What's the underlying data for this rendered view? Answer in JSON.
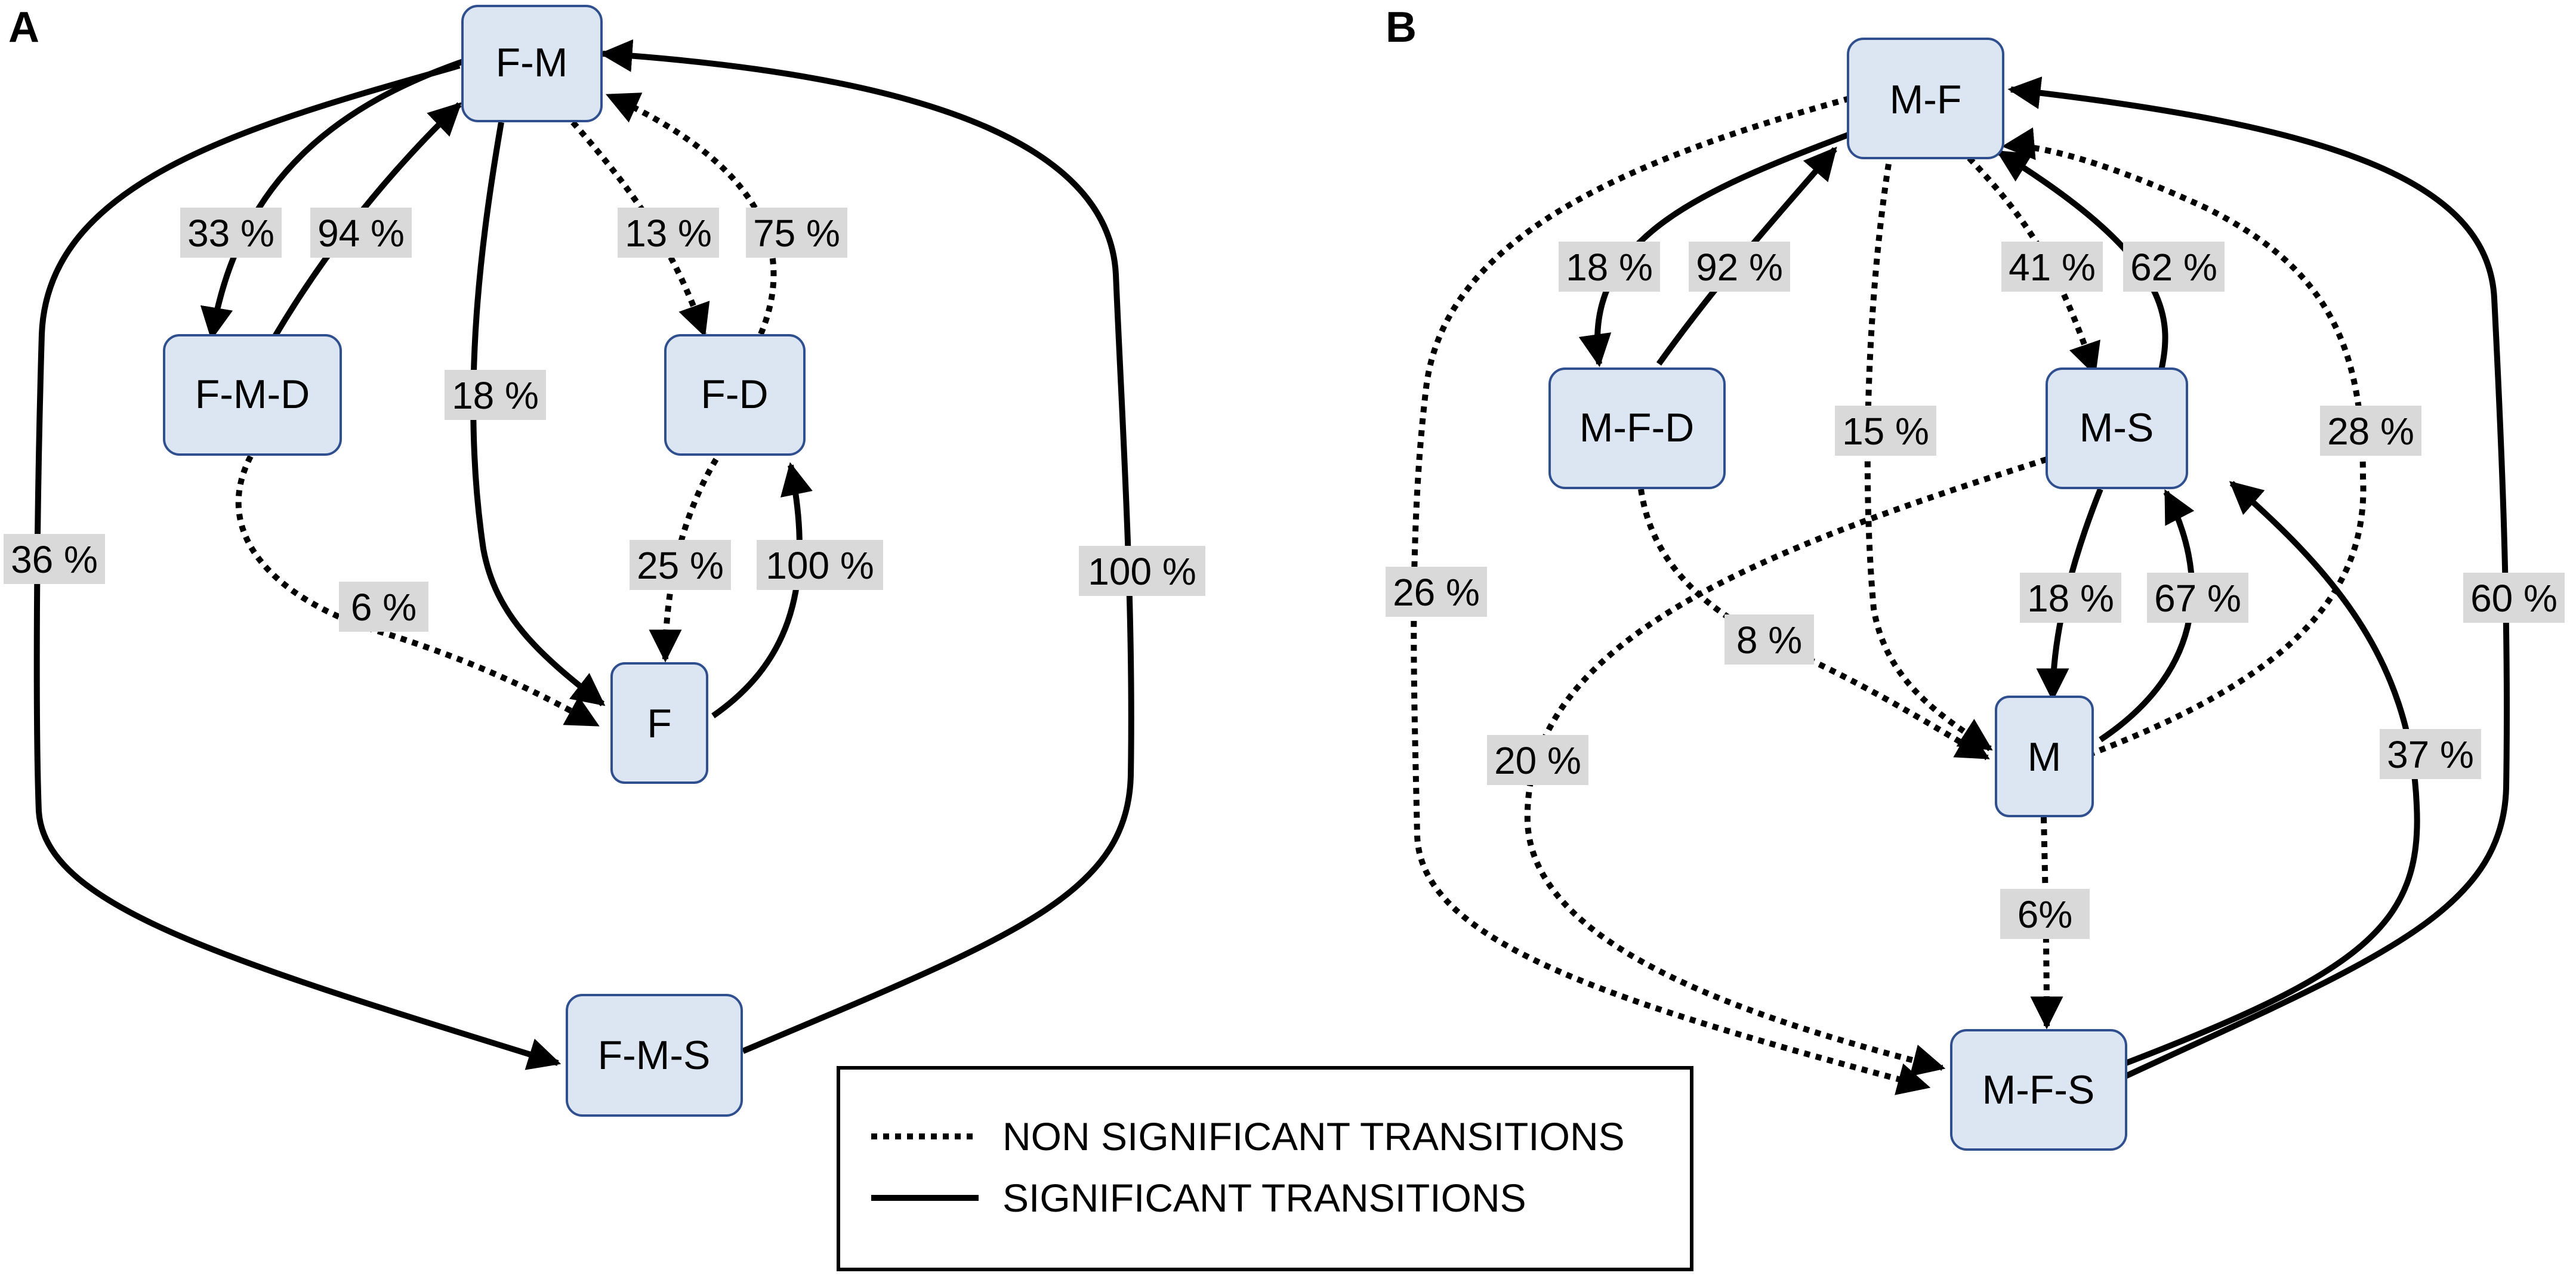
{
  "panels": [
    {
      "id": "A",
      "label": "A"
    },
    {
      "id": "B",
      "label": "B"
    }
  ],
  "nodes": {
    "FM": "F-M",
    "FMD": "F-M-D",
    "FD": "F-D",
    "F": "F",
    "FMS": "F-M-S",
    "MF": "M-F",
    "MFD": "M-F-D",
    "MS": "M-S",
    "M": "M",
    "MFS": "M-F-S"
  },
  "edges": [
    {
      "id": "FM-FMD",
      "from": "FM",
      "to": "FMD",
      "label": "33 %",
      "style": "solid"
    },
    {
      "id": "FMD-FM",
      "from": "FMD",
      "to": "FM",
      "label": "94 %",
      "style": "solid"
    },
    {
      "id": "FM-F",
      "from": "FM",
      "to": "F",
      "label": "18 %",
      "style": "solid"
    },
    {
      "id": "FM-FD",
      "from": "FM",
      "to": "FD",
      "label": "13 %",
      "style": "dotted"
    },
    {
      "id": "FD-FM",
      "from": "FD",
      "to": "FM",
      "label": "75 %",
      "style": "dotted"
    },
    {
      "id": "FM-FMS",
      "from": "FM",
      "to": "FMS",
      "label": "36 %",
      "style": "solid"
    },
    {
      "id": "FMS-FM",
      "from": "FMS",
      "to": "FM",
      "label": "100 %",
      "style": "solid"
    },
    {
      "id": "FMD-F",
      "from": "FMD",
      "to": "F",
      "label": "6 %",
      "style": "dotted"
    },
    {
      "id": "FD-F",
      "from": "FD",
      "to": "F",
      "label": "25 %",
      "style": "dotted"
    },
    {
      "id": "F-FD",
      "from": "F",
      "to": "FD",
      "label": "100 %",
      "style": "solid"
    },
    {
      "id": "MF-MFD",
      "from": "MF",
      "to": "MFD",
      "label": "18 %",
      "style": "solid"
    },
    {
      "id": "MFD-MF",
      "from": "MFD",
      "to": "MF",
      "label": "92 %",
      "style": "solid"
    },
    {
      "id": "MF-MS",
      "from": "MF",
      "to": "MS",
      "label": "41 %",
      "style": "dotted"
    },
    {
      "id": "MS-MF",
      "from": "MS",
      "to": "MF",
      "label": "62 %",
      "style": "solid"
    },
    {
      "id": "MF-M",
      "from": "MF",
      "to": "M",
      "label": "15 %",
      "style": "dotted"
    },
    {
      "id": "M-MF",
      "from": "M",
      "to": "MF",
      "label": "28 %",
      "style": "dotted"
    },
    {
      "id": "MF-MFS",
      "from": "MF",
      "to": "MFS",
      "label": "26 %",
      "style": "dotted"
    },
    {
      "id": "MFS-MF",
      "from": "MFS",
      "to": "MF",
      "label": "60 %",
      "style": "solid"
    },
    {
      "id": "MFD-M",
      "from": "MFD",
      "to": "M",
      "label": "8 %",
      "style": "dotted"
    },
    {
      "id": "MS-M",
      "from": "MS",
      "to": "M",
      "label": "18 %",
      "style": "solid"
    },
    {
      "id": "M-MS",
      "from": "M",
      "to": "MS",
      "label": "67 %",
      "style": "solid"
    },
    {
      "id": "MS-MFS",
      "from": "MS",
      "to": "MFS",
      "label": "20 %",
      "style": "dotted"
    },
    {
      "id": "MFS-MS",
      "from": "MFS",
      "to": "MS",
      "label": "37 %",
      "style": "solid"
    },
    {
      "id": "M-MFS",
      "from": "M",
      "to": "MFS",
      "label": "6%",
      "style": "dotted"
    }
  ],
  "legend": {
    "dotted_label": "NON SIGNIFICANT TRANSITIONS",
    "solid_label": "SIGNIFICANT TRANSITIONS"
  }
}
